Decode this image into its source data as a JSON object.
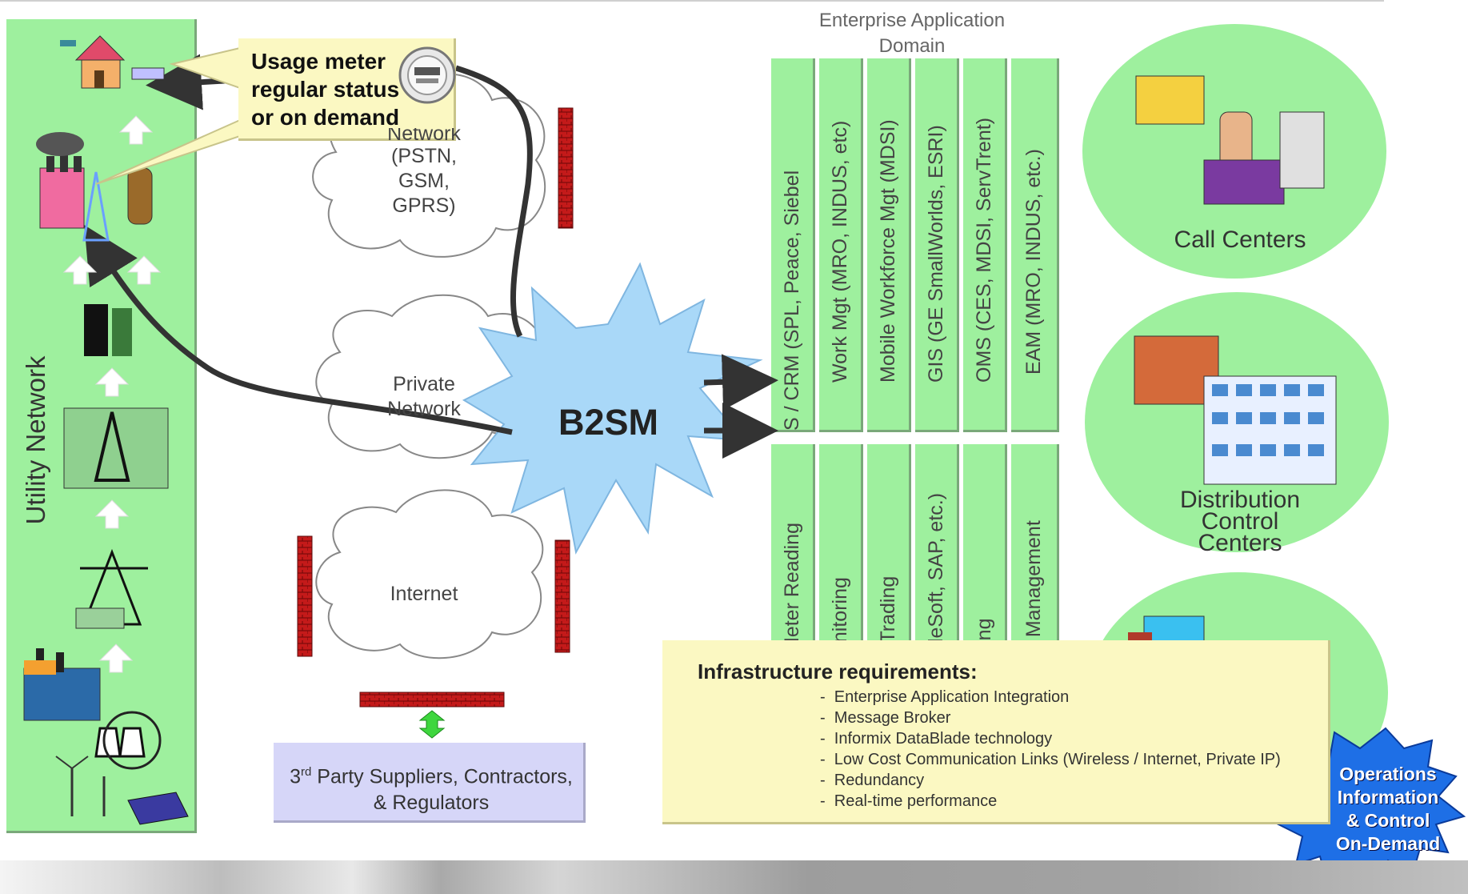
{
  "utility_network": {
    "label": "Utility Network"
  },
  "usage_callout": {
    "lines": [
      "Usage meter",
      "regular status",
      "or on demand"
    ]
  },
  "clouds": {
    "public": [
      "Network",
      "(PSTN,",
      "GSM,",
      "GPRS)"
    ],
    "private": [
      "Private",
      "Network"
    ],
    "internet": "Internet"
  },
  "hub": {
    "label": "B2SM"
  },
  "enterprise": {
    "title_lines": [
      "Enterprise Application",
      "Domain"
    ],
    "top_columns": [
      "CIS / CRM (SPL, Peace, Siebel",
      "Work Mgt (MRO, INDUS, etc)",
      "Mobile Workforce Mgt (MDSI)",
      "GIS (GE SmallWorlds, ESRI)",
      "OMS (CES, MDSI, ServTrent)",
      "EAM (MRO, INDUS, etc.)"
    ],
    "bottom_columns": [
      "Meter Reading",
      "onitoring",
      "/ Trading",
      "pleSoft, SAP, etc.)",
      "lling",
      "n Management"
    ]
  },
  "centers": {
    "call": "Call Centers",
    "distribution": [
      "Distribution",
      "Control",
      "Centers"
    ]
  },
  "infrastructure": {
    "title": "Infrastructure requirements:",
    "items": [
      "Enterprise Application Integration",
      "Message Broker",
      "Informix DataBlade technology",
      "Low Cost Communication Links (Wireless / Internet, Private IP)",
      "Redundancy",
      "Real-time performance"
    ]
  },
  "third_party": {
    "prefix": "3",
    "superscript": "rd",
    "line1_rest": " Party Suppliers, Contractors,",
    "line2": "& Regulators"
  },
  "operations_badge": {
    "lines": [
      "Operations",
      "Information",
      "& Control",
      "On-Demand"
    ]
  },
  "colors": {
    "panel_green": "#9ef09e",
    "callout_yellow": "#fbf8c2",
    "hub_blue": "#a9d8f8",
    "badge_blue": "#1e6fe6",
    "third_party_lavender": "#d6d6f8",
    "firewall_red": "#c41a1a"
  },
  "icons": {
    "utility_stack": [
      "house-icon",
      "power-plant-icon",
      "lineman-icon",
      "technician-icon",
      "substation-icon",
      "transmission-tower-icon",
      "factory-icon",
      "nuclear-plant-icon",
      "wind-turbine-icon",
      "solar-panel-icon"
    ],
    "meter": "electric-meter-icon",
    "call_center": "call-center-agent-icon",
    "control_room": "control-room-icon",
    "field_ops": "field-operations-icon"
  }
}
